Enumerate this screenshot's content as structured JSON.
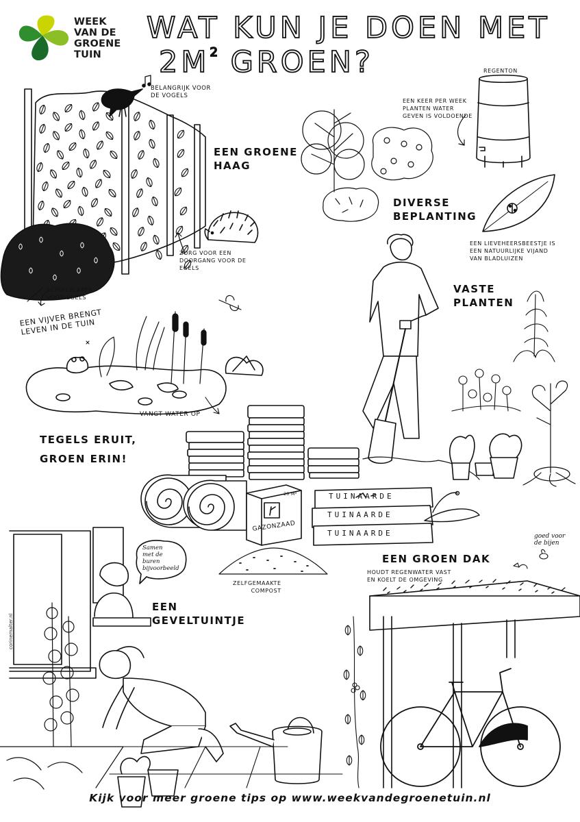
{
  "brand": {
    "logo_lines": [
      "WEEK",
      "VAN DE",
      "GROENE",
      "TUIN"
    ],
    "logo_colors": [
      "#c9d400",
      "#2f8f2f",
      "#1a6b2a",
      "#8cbf26"
    ]
  },
  "title": {
    "line1": "WAT KUN JE DOEN MET",
    "line2_prefix": "2M",
    "line2_sup": "2",
    "line2_suffix": " GROEN?"
  },
  "labels": {
    "hedge": "EEN GROENE\nHAAG",
    "birds": "BELANGRIJK VOOR\nDE VOGELS",
    "hedgehog_door": "ZORG VOOR EEN\nDOORGANG VOOR DE\nEGELS",
    "hedgehog_shelter": "SCHUILPLAATS\nVOOR EGELS",
    "water_weekly": "EEN KEER PER WEEK\nPLANTEN WATER\nGEVEN IS VOLDOENDE",
    "rain_barrel": "REGENTON",
    "diverse": "DIVERSE\nBEPLANTING",
    "ladybug": "EEN LIEVEHEERSBEESTJE IS\nEEN NATUURLIJKE VIJAND\nVAN BLADLUIZEN",
    "perennials": "VASTE\nPLANTEN",
    "pond": "EEN VIJVER BRENGT\nLEVEN IN DE TUIN",
    "pond_water": "VANGT WATER OP",
    "tiles": "TEGELS ERUIT,\nGROEN ERIN!",
    "bag": "TUINAARDE",
    "grass_seed": "GAZONZAAD",
    "seed_size": "20 M²",
    "compost": "ZELFGEMAAKTE\nCOMPOST",
    "neighbours": "Samen\nmet de\nburen\nbijvoorbeeld",
    "facade": "EEN\nGEVELTUINTJE",
    "roof_title": "EEN GROEN DAK",
    "roof_sub": "HOUDT REGENWATER VAST\nEN KOELT DE OMGEVING",
    "bees": "goed voor\nde bijen",
    "credit": "corinemalter.nl"
  },
  "footer": "Kijk voor meer groene tips op www.weekvandegroenetuin.nl"
}
